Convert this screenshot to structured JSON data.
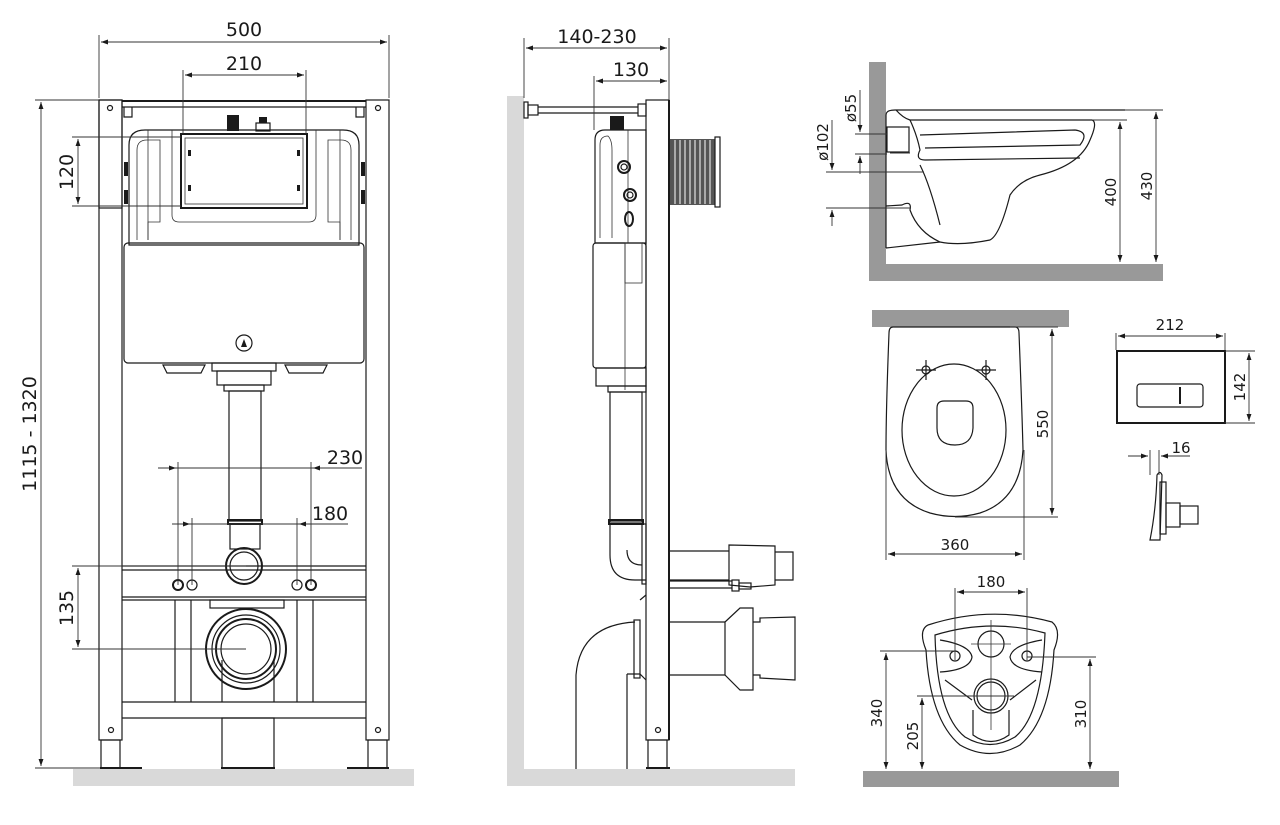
{
  "colors": {
    "line": "#1a1a1a",
    "floor_light": "#d9d9d9",
    "floor_dark": "#999999",
    "background": "#ffffff"
  },
  "front_view": {
    "dimensions": {
      "frame_width": "500",
      "flush_opening_width": "210",
      "flush_opening_height": "120",
      "frame_height": "1115 - 1320",
      "fixing_bolt_outer": "230",
      "fixing_bolt_inner": "180",
      "waste_to_inlet": "135"
    }
  },
  "side_view": {
    "dimensions": {
      "wall_distance": "140-230",
      "frame_depth": "130"
    }
  },
  "bowl_side_view": {
    "dimensions": {
      "inlet_diameter": "ø55",
      "outlet_diameter": "ø102",
      "bowl_height_inner": "400",
      "bowl_height_total": "430"
    }
  },
  "bowl_top_view": {
    "dimensions": {
      "length": "550",
      "width": "360"
    }
  },
  "flush_plate": {
    "dimensions": {
      "width": "212",
      "height": "142",
      "thickness": "16"
    }
  },
  "bowl_back_view": {
    "dimensions": {
      "bolt_spacing": "180",
      "bolt_height": "340",
      "outlet_height": "205",
      "bolt_height_right": "310"
    }
  }
}
